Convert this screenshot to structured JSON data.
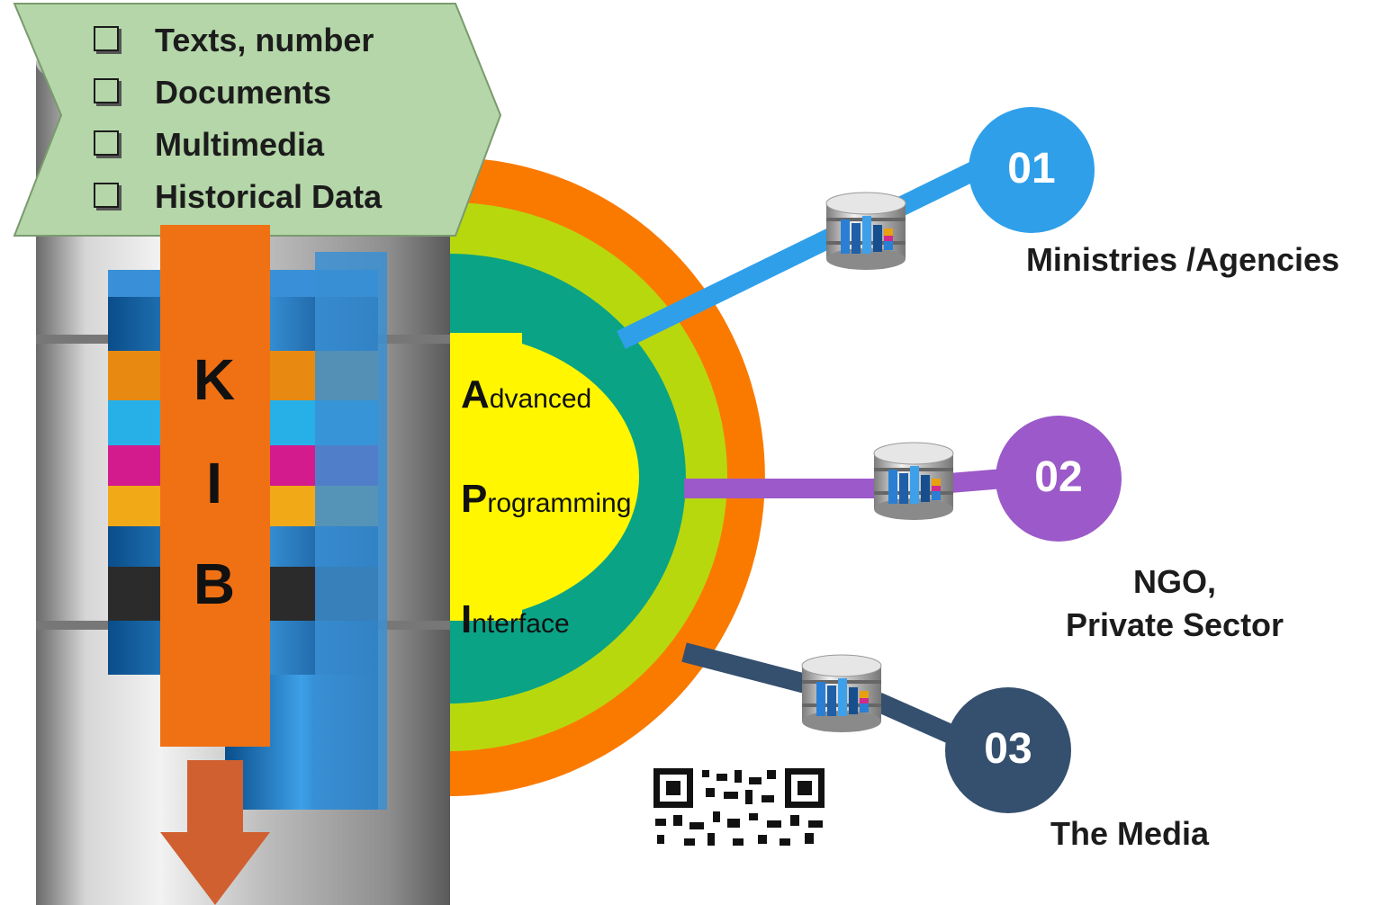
{
  "sources": {
    "items": [
      "Texts, number",
      "Documents",
      "Multimedia",
      "Historical Data"
    ]
  },
  "kib": {
    "letters": [
      "K",
      "I",
      "B"
    ]
  },
  "api": {
    "rows": [
      {
        "initial": "A",
        "rest": "dvanced"
      },
      {
        "initial": "P",
        "rest": "rogramming"
      },
      {
        "initial": "I",
        "rest": "nterface"
      }
    ]
  },
  "nodes": [
    {
      "number": "01",
      "label": "Ministries /Agencies",
      "color": "#2f9fea"
    },
    {
      "number": "02",
      "label_line1": "NGO,",
      "label_line2": "Private Sector",
      "color": "#9c59c9"
    },
    {
      "number": "03",
      "label": "The Media",
      "color": "#35506e"
    }
  ],
  "colors": {
    "banner": "#b4d6a8",
    "kib_bar": "#f07114",
    "arrow": "#d06030",
    "ring_outer": "#fa7a00",
    "ring_green": "#b8d80e",
    "ring_teal": "#0aa386",
    "ring_yellow": "#fff600"
  },
  "icons": [
    "database-icon",
    "qr-code-icon",
    "checkbox-icon",
    "down-arrow-icon"
  ]
}
